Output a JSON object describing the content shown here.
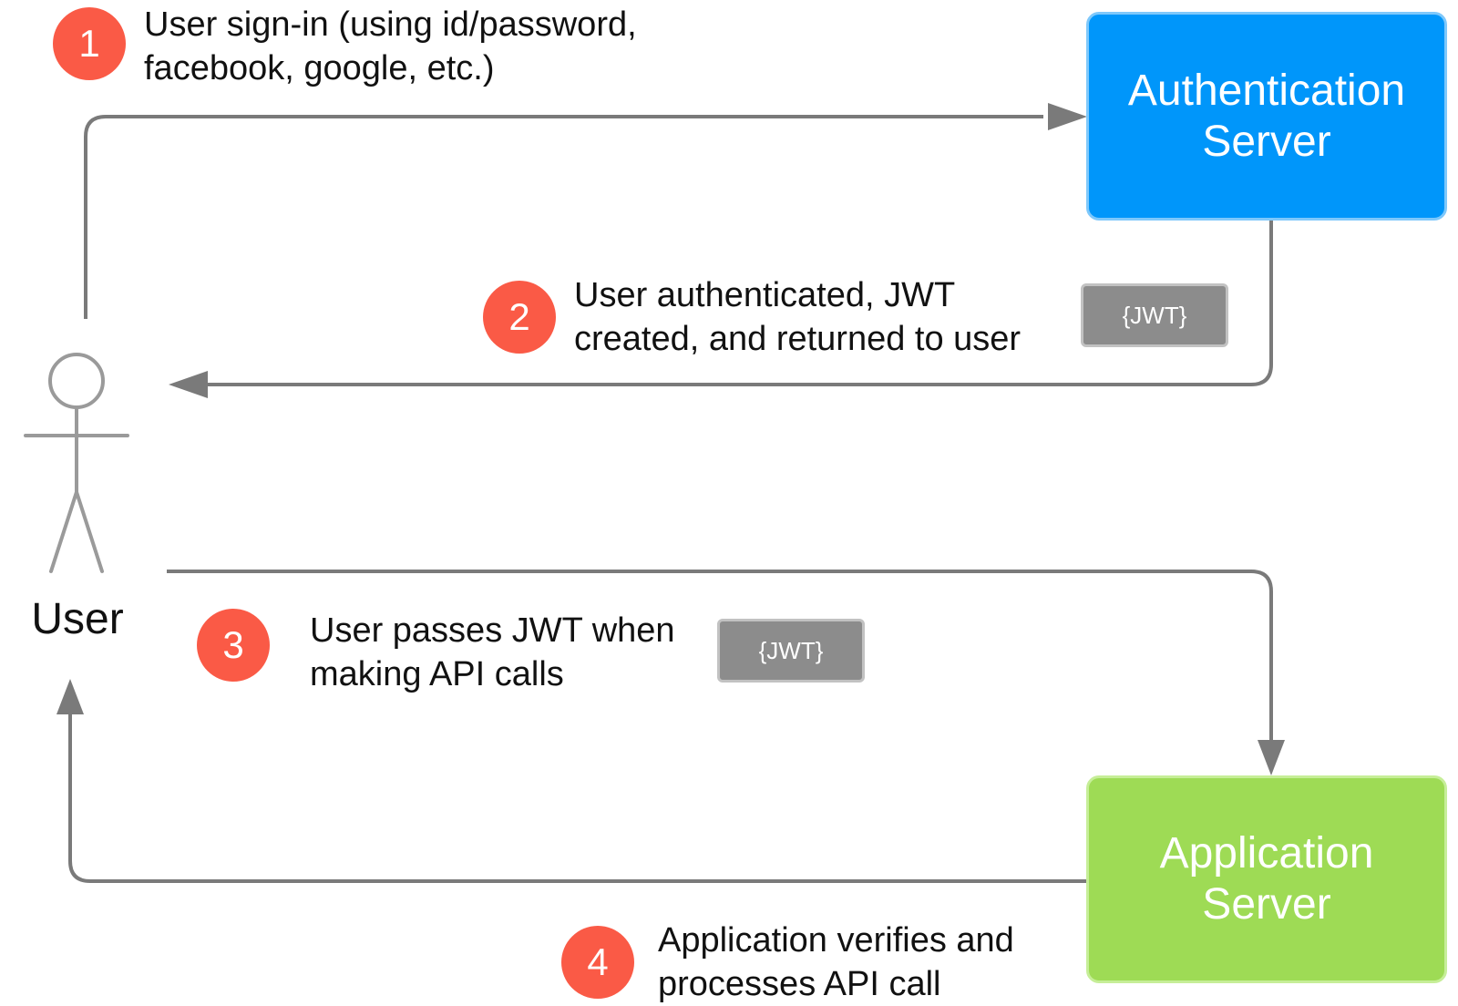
{
  "colors": {
    "auth_server": "#0096fa",
    "app_server": "#9edb55",
    "step_badge": "#fa5a46",
    "jwt_chip": "#8c8c8c",
    "connector": "#7a7a7a"
  },
  "actor": {
    "label": "User",
    "icon": "stick-figure-icon"
  },
  "servers": {
    "auth": {
      "label": "Authentication\nServer"
    },
    "app": {
      "label": "Application\nServer"
    }
  },
  "steps": [
    {
      "number": "1",
      "text": "User sign-in (using id/password,\nfacebook, google, etc.)"
    },
    {
      "number": "2",
      "text": "User authenticated, JWT\ncreated, and returned to user"
    },
    {
      "number": "3",
      "text": "User passes JWT when\nmaking API calls"
    },
    {
      "number": "4",
      "text": "Application verifies and\nprocesses API call"
    }
  ],
  "tokens": {
    "step2": "{JWT}",
    "step3": "{JWT}"
  }
}
